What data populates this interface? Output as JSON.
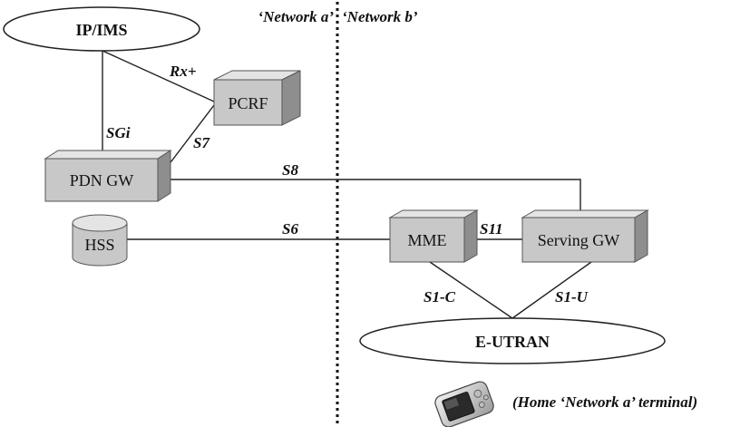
{
  "nodes": {
    "ip_ims": "IP/IMS",
    "pcrf": "PCRF",
    "pdn_gw": "PDN GW",
    "hss": "HSS",
    "mme": "MME",
    "serving_gw": "Serving GW",
    "e_utran": "E-UTRAN"
  },
  "interfaces": {
    "rx_plus": "Rx+",
    "sgi": "SGi",
    "s7": "S7",
    "s8": "S8",
    "s6": "S6",
    "s11": "S11",
    "s1_c": "S1-C",
    "s1_u": "S1-U"
  },
  "networks": {
    "network_a": "‘Network a’",
    "network_b": "‘Network b’"
  },
  "terminal": {
    "caption": "(Home ‘Network a’ terminal)",
    "icon": "pda-device-icon"
  },
  "colors": {
    "box_front": "#c8c8c8",
    "box_top": "#e4e4e4",
    "box_side": "#8e8e8e"
  }
}
